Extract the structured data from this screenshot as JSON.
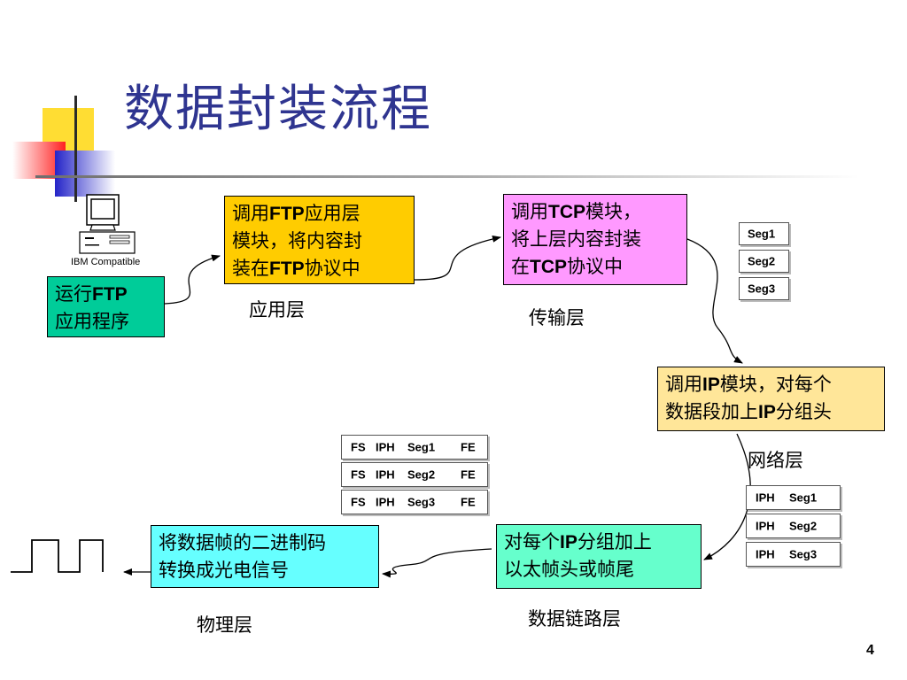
{
  "slide": {
    "title": "数据封装流程",
    "page_number": "4"
  },
  "computer": {
    "label": "IBM Compatible"
  },
  "boxes": {
    "run_ftp": {
      "line1_pre": "运行",
      "line1_bold": "FTP",
      "line2": "应用程序",
      "color": "#00cc99"
    },
    "app_layer": {
      "l1_pre": "调用",
      "l1_bold": "FTP",
      "l1_post": "应用层",
      "l2": "模块，将内容封",
      "l3_pre": "装在",
      "l3_bold": "FTP",
      "l3_post": "协议中",
      "color": "#ffcc00"
    },
    "tcp": {
      "l1_pre": "调用",
      "l1_bold": "TCP",
      "l1_post": "模块，",
      "l2": "将上层内容封装",
      "l3_pre": "在",
      "l3_bold": "TCP",
      "l3_post": "协议中",
      "color": "#ff99ff"
    },
    "ip": {
      "l1_pre": "调用",
      "l1_bold": "IP",
      "l1_post": "模块，对每个",
      "l2_pre": "数据段加上",
      "l2_bold": "IP",
      "l2_post": "分组头",
      "color": "#ffe699"
    },
    "datalink": {
      "l1_pre": "对每个",
      "l1_bold": "IP",
      "l1_post": "分组加上",
      "l2": "以太帧头或帧尾",
      "color": "#66ffcc"
    },
    "physical": {
      "l1": "将数据帧的二进制码",
      "l2": "转换成光电信号",
      "color": "#66ffff"
    }
  },
  "layers": {
    "application": "应用层",
    "transport": "传输层",
    "network": "网络层",
    "datalink": "数据链路层",
    "physical": "物理层"
  },
  "segments": [
    "Seg1",
    "Seg2",
    "Seg3"
  ],
  "ip_packets": [
    {
      "iph": "IPH",
      "seg": "Seg1"
    },
    {
      "iph": "IPH",
      "seg": "Seg2"
    },
    {
      "iph": "IPH",
      "seg": "Seg3"
    }
  ],
  "frames": [
    {
      "fs": "FS",
      "iph": "IPH",
      "seg": "Seg1",
      "fe": "FE"
    },
    {
      "fs": "FS",
      "iph": "IPH",
      "seg": "Seg2",
      "fe": "FE"
    },
    {
      "fs": "FS",
      "iph": "IPH",
      "seg": "Seg3",
      "fe": "FE"
    }
  ]
}
